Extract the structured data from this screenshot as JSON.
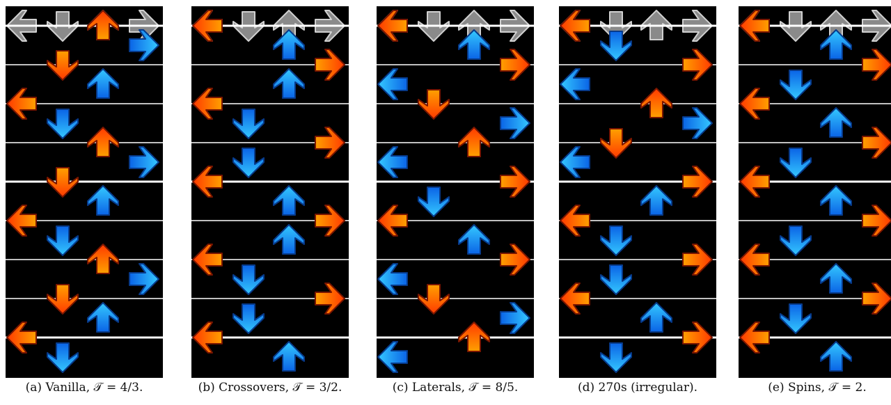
{
  "arrow_colors": {
    "red_orange": {
      "tip": "#ff3a00",
      "base": "#ffa000",
      "edge": "#7a1600"
    },
    "blue": {
      "tip": "#35c8ff",
      "base": "#0a64e6",
      "edge": "#073a8a"
    },
    "receptor": {
      "fill": "#8a8a8a",
      "edge": "#d0d0d0"
    }
  },
  "panels": [
    {
      "caption_label": "(a) Vanilla,",
      "caption_math": "𝒯 = 4/3.",
      "notes": [
        {
          "beat": 0,
          "lane": 2,
          "color": "red_orange"
        },
        {
          "beat": 0.5,
          "lane": 3,
          "color": "blue"
        },
        {
          "beat": 1,
          "lane": 1,
          "color": "red_orange"
        },
        {
          "beat": 1.5,
          "lane": 2,
          "color": "blue"
        },
        {
          "beat": 2,
          "lane": 0,
          "color": "red_orange"
        },
        {
          "beat": 2.5,
          "lane": 1,
          "color": "blue"
        },
        {
          "beat": 3,
          "lane": 2,
          "color": "red_orange"
        },
        {
          "beat": 3.5,
          "lane": 3,
          "color": "blue"
        },
        {
          "beat": 4,
          "lane": 1,
          "color": "red_orange"
        },
        {
          "beat": 4.5,
          "lane": 2,
          "color": "blue"
        },
        {
          "beat": 5,
          "lane": 0,
          "color": "red_orange"
        },
        {
          "beat": 5.5,
          "lane": 1,
          "color": "blue"
        },
        {
          "beat": 6,
          "lane": 2,
          "color": "red_orange"
        },
        {
          "beat": 6.5,
          "lane": 3,
          "color": "blue"
        },
        {
          "beat": 7,
          "lane": 1,
          "color": "red_orange"
        },
        {
          "beat": 7.5,
          "lane": 2,
          "color": "blue"
        },
        {
          "beat": 8,
          "lane": 0,
          "color": "red_orange"
        },
        {
          "beat": 8.5,
          "lane": 1,
          "color": "blue"
        }
      ]
    },
    {
      "caption_label": "(b) Crossovers,",
      "caption_math": "𝒯 = 3/2.",
      "notes": [
        {
          "beat": 0,
          "lane": 0,
          "color": "red_orange"
        },
        {
          "beat": 0.5,
          "lane": 2,
          "color": "blue"
        },
        {
          "beat": 1,
          "lane": 3,
          "color": "red_orange"
        },
        {
          "beat": 1.5,
          "lane": 2,
          "color": "blue"
        },
        {
          "beat": 2,
          "lane": 0,
          "color": "red_orange"
        },
        {
          "beat": 2.5,
          "lane": 1,
          "color": "blue"
        },
        {
          "beat": 3,
          "lane": 3,
          "color": "red_orange"
        },
        {
          "beat": 3.5,
          "lane": 1,
          "color": "blue"
        },
        {
          "beat": 4,
          "lane": 0,
          "color": "red_orange"
        },
        {
          "beat": 4.5,
          "lane": 2,
          "color": "blue"
        },
        {
          "beat": 5,
          "lane": 3,
          "color": "red_orange"
        },
        {
          "beat": 5.5,
          "lane": 2,
          "color": "blue"
        },
        {
          "beat": 6,
          "lane": 0,
          "color": "red_orange"
        },
        {
          "beat": 6.5,
          "lane": 1,
          "color": "blue"
        },
        {
          "beat": 7,
          "lane": 3,
          "color": "red_orange"
        },
        {
          "beat": 7.5,
          "lane": 1,
          "color": "blue"
        },
        {
          "beat": 8,
          "lane": 0,
          "color": "red_orange"
        },
        {
          "beat": 8.5,
          "lane": 2,
          "color": "blue"
        }
      ]
    },
    {
      "caption_label": "(c) Laterals,",
      "caption_math": "𝒯 = 8/5.",
      "notes": [
        {
          "beat": 0,
          "lane": 0,
          "color": "red_orange"
        },
        {
          "beat": 0.5,
          "lane": 2,
          "color": "blue"
        },
        {
          "beat": 1,
          "lane": 3,
          "color": "red_orange"
        },
        {
          "beat": 1.5,
          "lane": 0,
          "color": "blue"
        },
        {
          "beat": 2,
          "lane": 1,
          "color": "red_orange"
        },
        {
          "beat": 2.5,
          "lane": 3,
          "color": "blue"
        },
        {
          "beat": 3,
          "lane": 2,
          "color": "red_orange"
        },
        {
          "beat": 3.5,
          "lane": 0,
          "color": "blue"
        },
        {
          "beat": 4,
          "lane": 3,
          "color": "red_orange"
        },
        {
          "beat": 4.5,
          "lane": 1,
          "color": "blue"
        },
        {
          "beat": 5,
          "lane": 0,
          "color": "red_orange"
        },
        {
          "beat": 5.5,
          "lane": 2,
          "color": "blue"
        },
        {
          "beat": 6,
          "lane": 3,
          "color": "red_orange"
        },
        {
          "beat": 6.5,
          "lane": 0,
          "color": "blue"
        },
        {
          "beat": 7,
          "lane": 1,
          "color": "red_orange"
        },
        {
          "beat": 7.5,
          "lane": 3,
          "color": "blue"
        },
        {
          "beat": 8,
          "lane": 2,
          "color": "red_orange"
        },
        {
          "beat": 8.5,
          "lane": 0,
          "color": "blue"
        }
      ]
    },
    {
      "caption_label": "(d) 270s (irregular).",
      "caption_math": "",
      "notes": [
        {
          "beat": 0,
          "lane": 0,
          "color": "red_orange"
        },
        {
          "beat": 0.5,
          "lane": 1,
          "color": "blue"
        },
        {
          "beat": 1,
          "lane": 3,
          "color": "red_orange"
        },
        {
          "beat": 1.5,
          "lane": 0,
          "color": "blue"
        },
        {
          "beat": 2,
          "lane": 2,
          "color": "red_orange"
        },
        {
          "beat": 2.5,
          "lane": 3,
          "color": "blue"
        },
        {
          "beat": 3,
          "lane": 1,
          "color": "red_orange"
        },
        {
          "beat": 3.5,
          "lane": 0,
          "color": "blue"
        },
        {
          "beat": 4,
          "lane": 3,
          "color": "red_orange"
        },
        {
          "beat": 4.5,
          "lane": 2,
          "color": "blue"
        },
        {
          "beat": 5,
          "lane": 0,
          "color": "red_orange"
        },
        {
          "beat": 5.5,
          "lane": 1,
          "color": "blue"
        },
        {
          "beat": 6,
          "lane": 3,
          "color": "red_orange"
        },
        {
          "beat": 6.5,
          "lane": 1,
          "color": "blue"
        },
        {
          "beat": 7,
          "lane": 0,
          "color": "red_orange"
        },
        {
          "beat": 7.5,
          "lane": 2,
          "color": "blue"
        },
        {
          "beat": 8,
          "lane": 3,
          "color": "red_orange"
        },
        {
          "beat": 8.5,
          "lane": 1,
          "color": "blue"
        }
      ]
    },
    {
      "caption_label": "(e) Spins,",
      "caption_math": "𝒯 = 2.",
      "notes": [
        {
          "beat": 0,
          "lane": 0,
          "color": "red_orange"
        },
        {
          "beat": 0.5,
          "lane": 2,
          "color": "blue"
        },
        {
          "beat": 1,
          "lane": 3,
          "color": "red_orange"
        },
        {
          "beat": 1.5,
          "lane": 1,
          "color": "blue"
        },
        {
          "beat": 2,
          "lane": 0,
          "color": "red_orange"
        },
        {
          "beat": 2.5,
          "lane": 2,
          "color": "blue"
        },
        {
          "beat": 3,
          "lane": 3,
          "color": "red_orange"
        },
        {
          "beat": 3.5,
          "lane": 1,
          "color": "blue"
        },
        {
          "beat": 4,
          "lane": 0,
          "color": "red_orange"
        },
        {
          "beat": 4.5,
          "lane": 2,
          "color": "blue"
        },
        {
          "beat": 5,
          "lane": 3,
          "color": "red_orange"
        },
        {
          "beat": 5.5,
          "lane": 1,
          "color": "blue"
        },
        {
          "beat": 6,
          "lane": 0,
          "color": "red_orange"
        },
        {
          "beat": 6.5,
          "lane": 2,
          "color": "blue"
        },
        {
          "beat": 7,
          "lane": 3,
          "color": "red_orange"
        },
        {
          "beat": 7.5,
          "lane": 1,
          "color": "blue"
        },
        {
          "beat": 8,
          "lane": 0,
          "color": "red_orange"
        },
        {
          "beat": 8.5,
          "lane": 2,
          "color": "blue"
        }
      ]
    }
  ]
}
